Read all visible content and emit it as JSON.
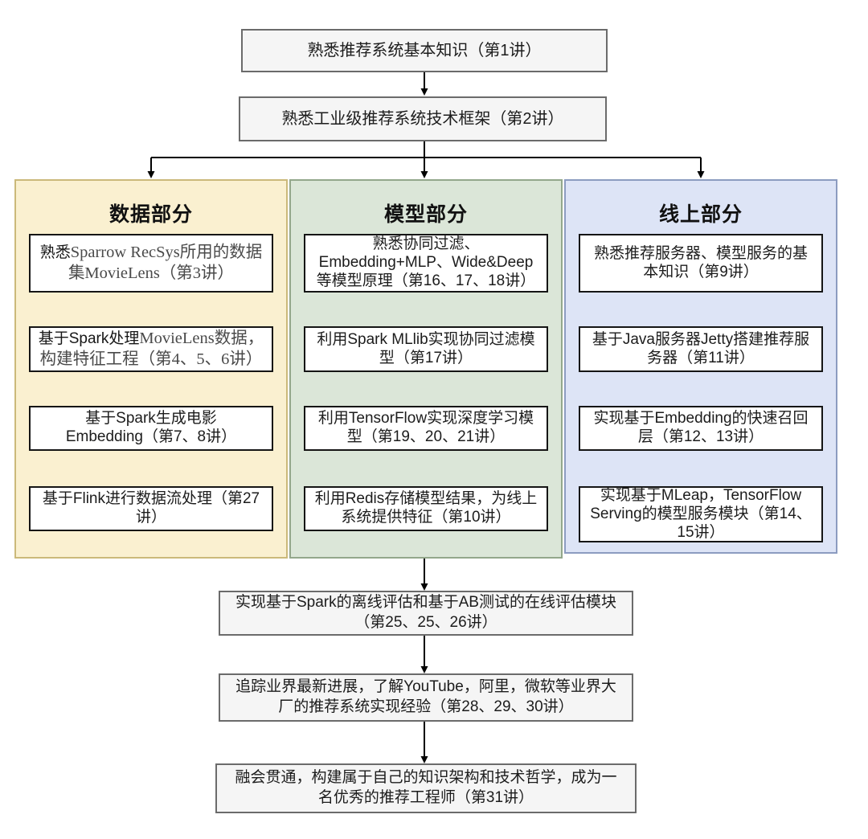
{
  "page": {
    "background": "#ffffff"
  },
  "top_flow": [
    {
      "label": "熟悉推荐系统基本知识（第1讲）"
    },
    {
      "label": "熟悉工业级推荐系统技术框架（第2讲）"
    }
  ],
  "columns": [
    {
      "title": "数据部分",
      "fill": "#faf0d0",
      "border": "#cbb97a",
      "boxes": [
        {
          "text_sans": "熟悉",
          "text_serif": "Sparrow RecSys所用的数据集MovieLens（第3讲）"
        },
        {
          "text_sans": "基于Spark处理",
          "text_serif": "MovieLens数据，构建特征工程（第4、5、6讲）"
        },
        {
          "lines": [
            "基于Spark生成电影",
            "Embedding（第7、8讲）"
          ]
        },
        {
          "lines": [
            "基于Flink进行数据流处理（第27",
            "讲）"
          ]
        }
      ]
    },
    {
      "title": "模型部分",
      "fill": "#dbe6d8",
      "border": "#93a78b",
      "boxes": [
        {
          "lines": [
            "熟悉协同过滤、",
            "Embedding+MLP、Wide&Deep",
            "等模型原理（第16、17、18讲）"
          ]
        },
        {
          "lines": [
            "利用Spark MLlib实现协同过滤模",
            "型（第17讲）"
          ]
        },
        {
          "lines": [
            "利用TensorFlow实现深度学习模",
            "型（第19、20、21讲）"
          ]
        },
        {
          "lines": [
            "利用Redis存储模型结果，为线上",
            "系统提供特征（第10讲）"
          ]
        }
      ]
    },
    {
      "title": "线上部分",
      "fill": "#dde4f6",
      "border": "#8c9cc0",
      "boxes": [
        {
          "lines": [
            "熟悉推荐服务器、模型服务的基",
            "本知识（第9讲）"
          ]
        },
        {
          "lines": [
            "基于Java服务器Jetty搭建推荐服",
            "务器（第11讲）"
          ]
        },
        {
          "lines": [
            "实现基于Embedding的快速召回",
            "层（第12、13讲）"
          ]
        },
        {
          "lines": [
            "实现基于MLeap，TensorFlow",
            "Serving的模型服务模块（第14、",
            "15讲）"
          ]
        }
      ]
    }
  ],
  "bottom_flow": [
    {
      "lines": [
        "实现基于Spark的离线评估和基于AB测试的在线评估模块",
        "（第25、25、26讲）"
      ]
    },
    {
      "lines": [
        "追踪业界最新进展，了解YouTube，阿里，微软等业界大",
        "厂的推荐系统实现经验（第28、29、30讲）"
      ]
    },
    {
      "lines": [
        "融会贯通，构建属于自己的知识架构和技术哲学，成为一",
        "名优秀的推荐工程师（第31讲）"
      ]
    }
  ],
  "colors": {
    "node_fill_gray": "#f5f5f5",
    "node_border_gray": "#6b6b6b",
    "node_fill_white": "#ffffff",
    "node_border_black": "#151515",
    "arrow": "#000000"
  }
}
